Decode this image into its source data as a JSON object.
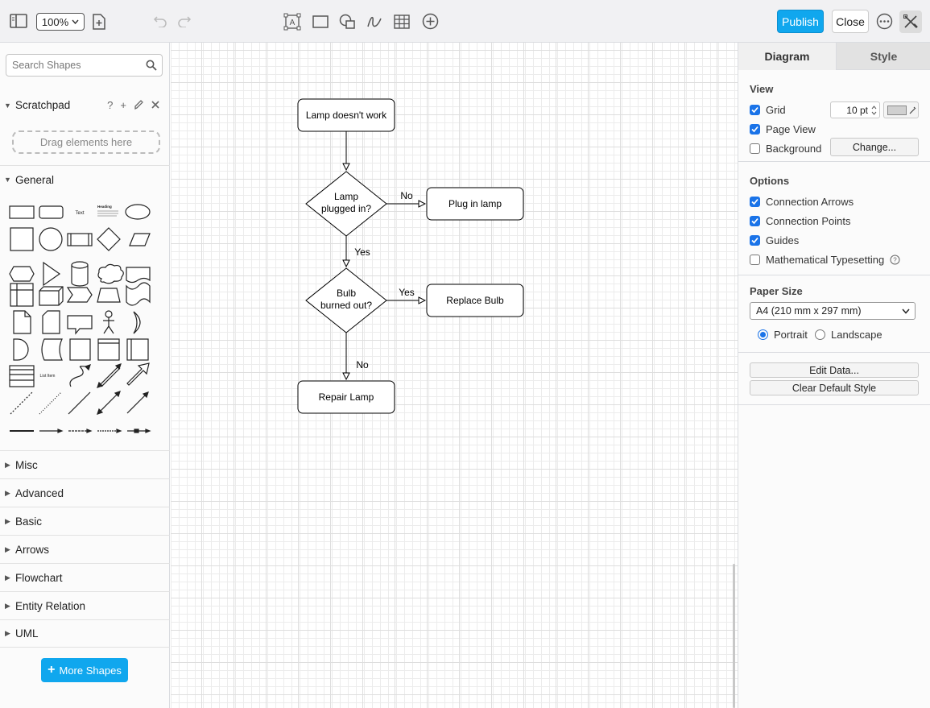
{
  "toolbar": {
    "zoom": "100%",
    "publish": "Publish",
    "close": "Close"
  },
  "sidebar": {
    "search_placeholder": "Search Shapes",
    "scratchpad": {
      "title": "Scratchpad",
      "help": "?",
      "add": "+",
      "drop_hint": "Drag elements here"
    },
    "general": "General",
    "sections": [
      "Misc",
      "Advanced",
      "Basic",
      "Arrows",
      "Flowchart",
      "Entity Relation",
      "UML"
    ],
    "more_shapes": "More Shapes",
    "thumb_text": "Text",
    "thumb_heading": "Heading",
    "thumb_list_item": "List Item"
  },
  "diagram": {
    "nodes": {
      "start": "Lamp doesn't work",
      "q1_line1": "Lamp",
      "q1_line2": "plugged in?",
      "plug": "Plug in lamp",
      "q2_line1": "Bulb",
      "q2_line2": "burned out?",
      "replace": "Replace Bulb",
      "repair": "Repair Lamp"
    },
    "edges": {
      "q1_no": "No",
      "q1_yes": "Yes",
      "q2_yes": "Yes",
      "q2_no": "No"
    }
  },
  "format_panel": {
    "tabs": [
      "Diagram",
      "Style"
    ],
    "view": {
      "title": "View",
      "grid": {
        "label": "Grid",
        "checked": true,
        "size": "10 pt"
      },
      "page_view": {
        "label": "Page View",
        "checked": true
      },
      "background": {
        "label": "Background",
        "checked": false,
        "button": "Change..."
      }
    },
    "options": {
      "title": "Options",
      "items": [
        {
          "label": "Connection Arrows",
          "checked": true
        },
        {
          "label": "Connection Points",
          "checked": true
        },
        {
          "label": "Guides",
          "checked": true
        },
        {
          "label": "Mathematical Typesetting",
          "checked": false
        }
      ]
    },
    "paper": {
      "title": "Paper Size",
      "selected": "A4 (210 mm x 297 mm)",
      "portrait": "Portrait",
      "landscape": "Landscape",
      "orientation": "Portrait"
    },
    "buttons": {
      "edit_data": "Edit Data...",
      "clear_style": "Clear Default Style"
    }
  },
  "colors": {
    "accent": "#10a7ee",
    "checkbox": "#1a73e8"
  }
}
